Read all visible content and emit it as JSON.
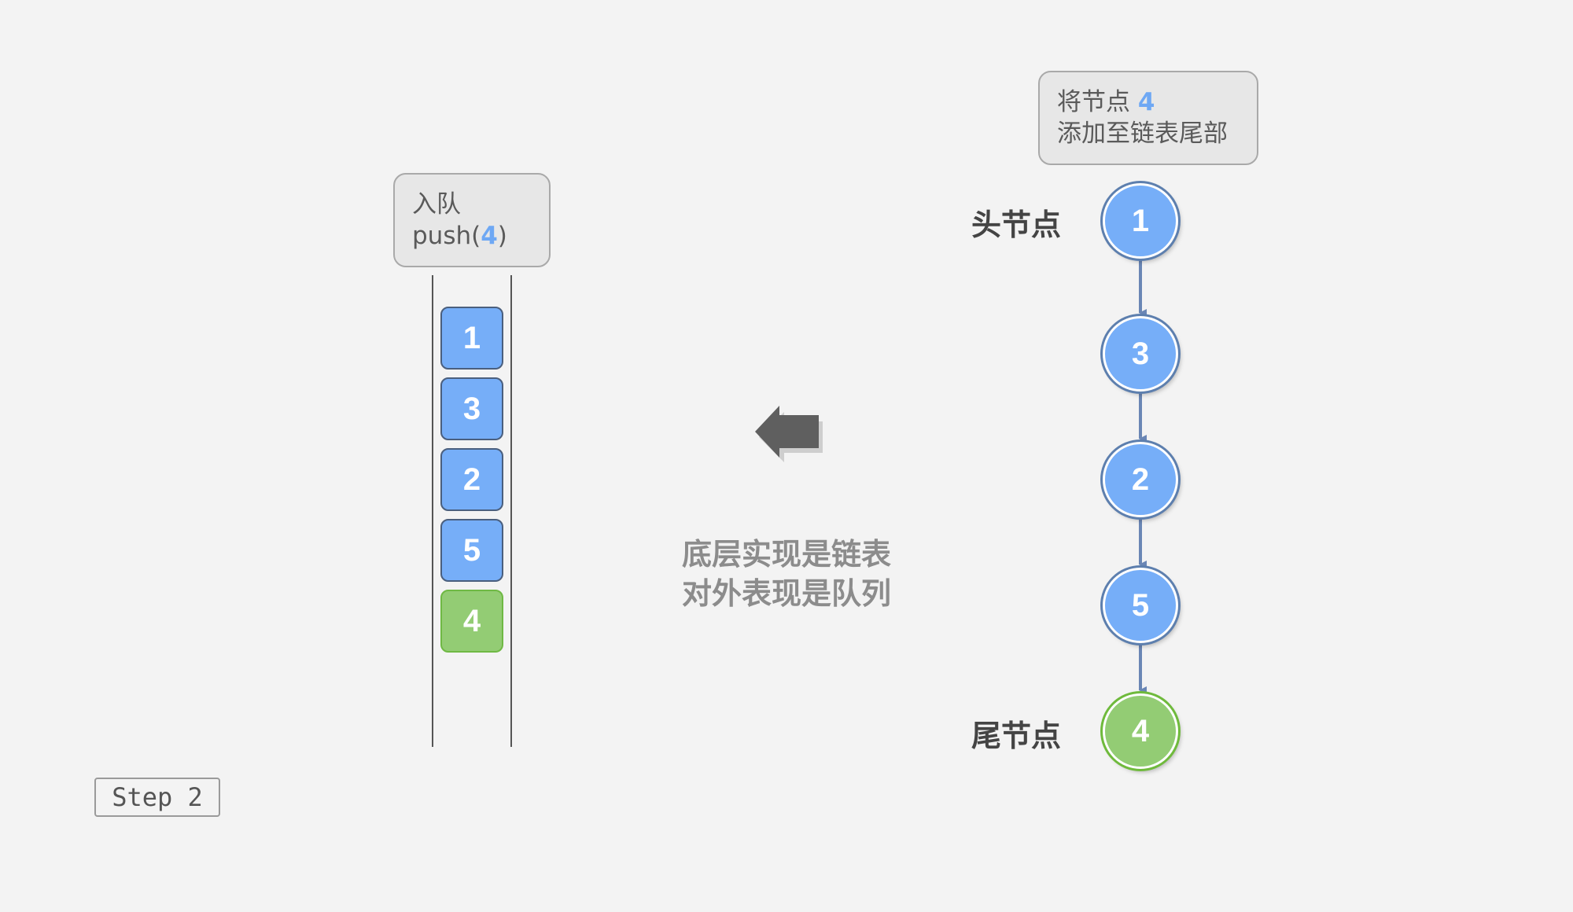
{
  "queue_panel": {
    "callout_line1": "入队",
    "callout_op": "push(",
    "callout_value": "4",
    "callout_close": ")",
    "items": [
      "1",
      "3",
      "2",
      "5",
      "4"
    ]
  },
  "list_panel": {
    "callout_prefix": "将节点 ",
    "callout_value": "4",
    "callout_line2": "添加至链表尾部",
    "head_label": "头节点",
    "tail_label": "尾节点",
    "nodes": [
      "1",
      "3",
      "2",
      "5",
      "4"
    ]
  },
  "center_text": {
    "line1": "底层实现是链表",
    "line2": "对外表现是队列"
  },
  "step": "Step 2",
  "colors": {
    "blue": "#76aef8",
    "green": "#93cc74",
    "arrow": "#6a86b5",
    "big_arrow": "#5f5f5f"
  }
}
